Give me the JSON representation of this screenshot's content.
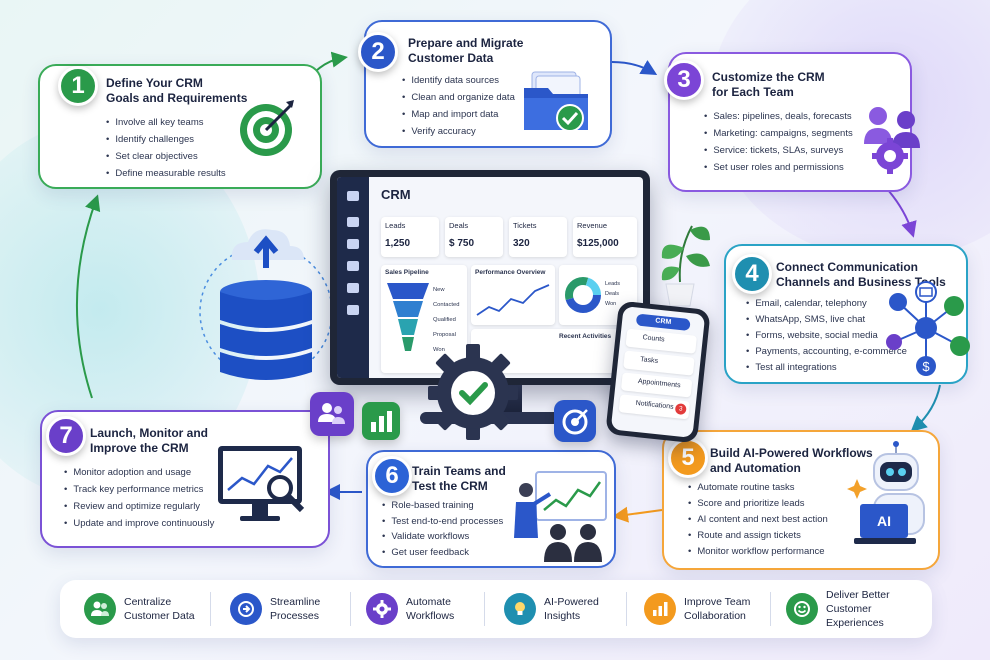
{
  "steps": [
    {
      "num": "1",
      "title_line1": "Define Your CRM",
      "title_line2": "Goals and Requirements",
      "items": [
        "Involve all key teams",
        "Identify challenges",
        "Set clear objectives",
        "Define measurable results"
      ],
      "color": "#2a9a4a",
      "icon": "target-icon"
    },
    {
      "num": "2",
      "title_line1": "Prepare and Migrate",
      "title_line2": "Customer Data",
      "items": [
        "Identify data sources",
        "Clean and organize data",
        "Map and import data",
        "Verify accuracy"
      ],
      "color": "#2b57c9",
      "icon": "folder-check-icon"
    },
    {
      "num": "3",
      "title_line1": "Customize the CRM",
      "title_line2": "for Each Team",
      "items": [
        "Sales: pipelines, deals, forecasts",
        "Marketing: campaigns, segments",
        "Service: tickets, SLAs, surveys",
        "Set user roles and permissions"
      ],
      "color": "#7b45d6",
      "icon": "team-gear-icon"
    },
    {
      "num": "4",
      "title_line1": "Connect Communication",
      "title_line2": "Channels and Business Tools",
      "items": [
        "Email, calendar, telephony",
        "WhatsApp, SMS, live chat",
        "Forms, website, social media",
        "Payments, accounting, e-commerce",
        "Test all integrations"
      ],
      "color": "#1f8fb0",
      "icon": "integration-network-icon"
    },
    {
      "num": "5",
      "title_line1": "Build AI-Powered Workflows",
      "title_line2": "and Automation",
      "items": [
        "Automate routine tasks",
        "Score and prioritize leads",
        "AI content and next best action",
        "Route and assign tickets",
        "Monitor workflow performance"
      ],
      "color": "#f39a1e",
      "icon": "ai-robot-icon"
    },
    {
      "num": "6",
      "title_line1": "Train Teams and",
      "title_line2": "Test the CRM",
      "items": [
        "Role-based training",
        "Test end-to-end processes",
        "Validate workflows",
        "Get user feedback"
      ],
      "color": "#2c63d6",
      "icon": "training-presenter-icon"
    },
    {
      "num": "7",
      "title_line1": "Launch, Monitor and",
      "title_line2": "Improve the CRM",
      "items": [
        "Monitor adoption and usage",
        "Track key performance metrics",
        "Review and optimize regularly",
        "Update and improve continuously"
      ],
      "color": "#6a3fc9",
      "icon": "monitor-analytics-icon"
    }
  ],
  "dashboard": {
    "title": "CRM",
    "kpis": [
      {
        "label": "Leads",
        "value": "1,250"
      },
      {
        "label": "Deals",
        "value": "$ 750"
      },
      {
        "label": "Tickets",
        "value": "320"
      },
      {
        "label": "Revenue",
        "value": "$125,000"
      }
    ],
    "pipeline_title": "Sales Pipeline",
    "pipeline_stages": [
      "New",
      "Contacted",
      "Qualified",
      "Proposal",
      "Won"
    ],
    "performance_title": "Performance Overview",
    "donut_legend": [
      "Leads",
      "Deals",
      "Won"
    ],
    "recent_title": "Recent Activities"
  },
  "phone": {
    "title": "CRM",
    "items": [
      "Counts",
      "Tasks",
      "Appointments",
      "Notifications"
    ],
    "badge": "3"
  },
  "benefits": [
    {
      "line1": "Centralize",
      "line2": "Customer Data",
      "color": "#2a9a4a",
      "icon": "people-icon"
    },
    {
      "line1": "Streamline",
      "line2": "Processes",
      "color": "#2b57c9",
      "icon": "flow-icon"
    },
    {
      "line1": "Automate",
      "line2": "Workflows",
      "color": "#6a3fc9",
      "icon": "gear-icon"
    },
    {
      "line1": "AI-Powered",
      "line2": "Insights",
      "color": "#1f8fb0",
      "icon": "lightbulb-icon"
    },
    {
      "line1": "Improve Team",
      "line2": "Collaboration",
      "color": "#f39a1e",
      "icon": "bar-chart-icon"
    },
    {
      "line1": "Deliver Better",
      "line2": "Customer Experiences",
      "color": "#2a9a4a",
      "icon": "smile-icon"
    }
  ]
}
